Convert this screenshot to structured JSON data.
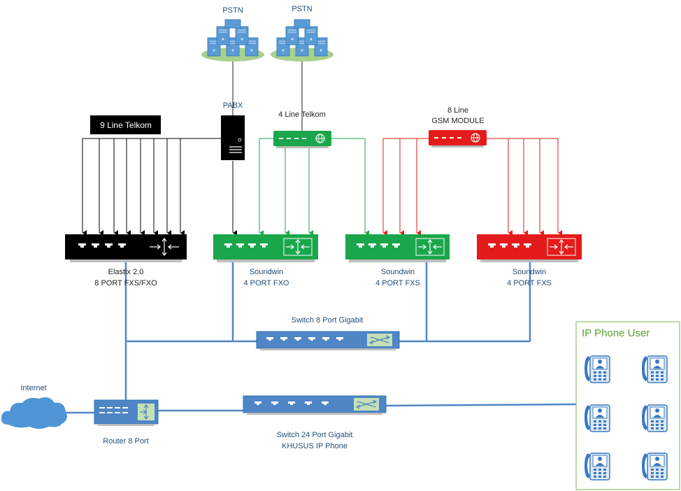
{
  "labels": {
    "pstn1": "PSTN",
    "pstn2": "PSTN",
    "pabx": "PABX",
    "line9": "9 Line Telkom",
    "line4": "4 Line Telkom",
    "gsm_line1": "8 Line",
    "gsm_line2": "GSM MODULE",
    "elastix1": "Elastix 2.0",
    "elastix2": "8 PORT FXS/FXO",
    "sw1_1": "Soundwin",
    "sw1_2": "4 PORT FXO",
    "sw2_1": "Soundwin",
    "sw2_2": "4 PORT FXS",
    "sw3_1": "Soundwin",
    "sw3_2": "4 PORT FXS",
    "switch8": "Switch 8 Port Gigabit",
    "internet": "Internet",
    "router": "Router 8 Port",
    "switch24_1": "Switch 24 Port Gigabit",
    "switch24_2": "KHUSUS IP Phone",
    "ipphone": "IP Phone User"
  },
  "colors": {
    "blue_line": "#4f86c6",
    "green": "#1aa64a",
    "red": "#e31b1b",
    "black": "#000000",
    "device_blue": "#4f86c6",
    "phone_border": "#8cc46c"
  }
}
